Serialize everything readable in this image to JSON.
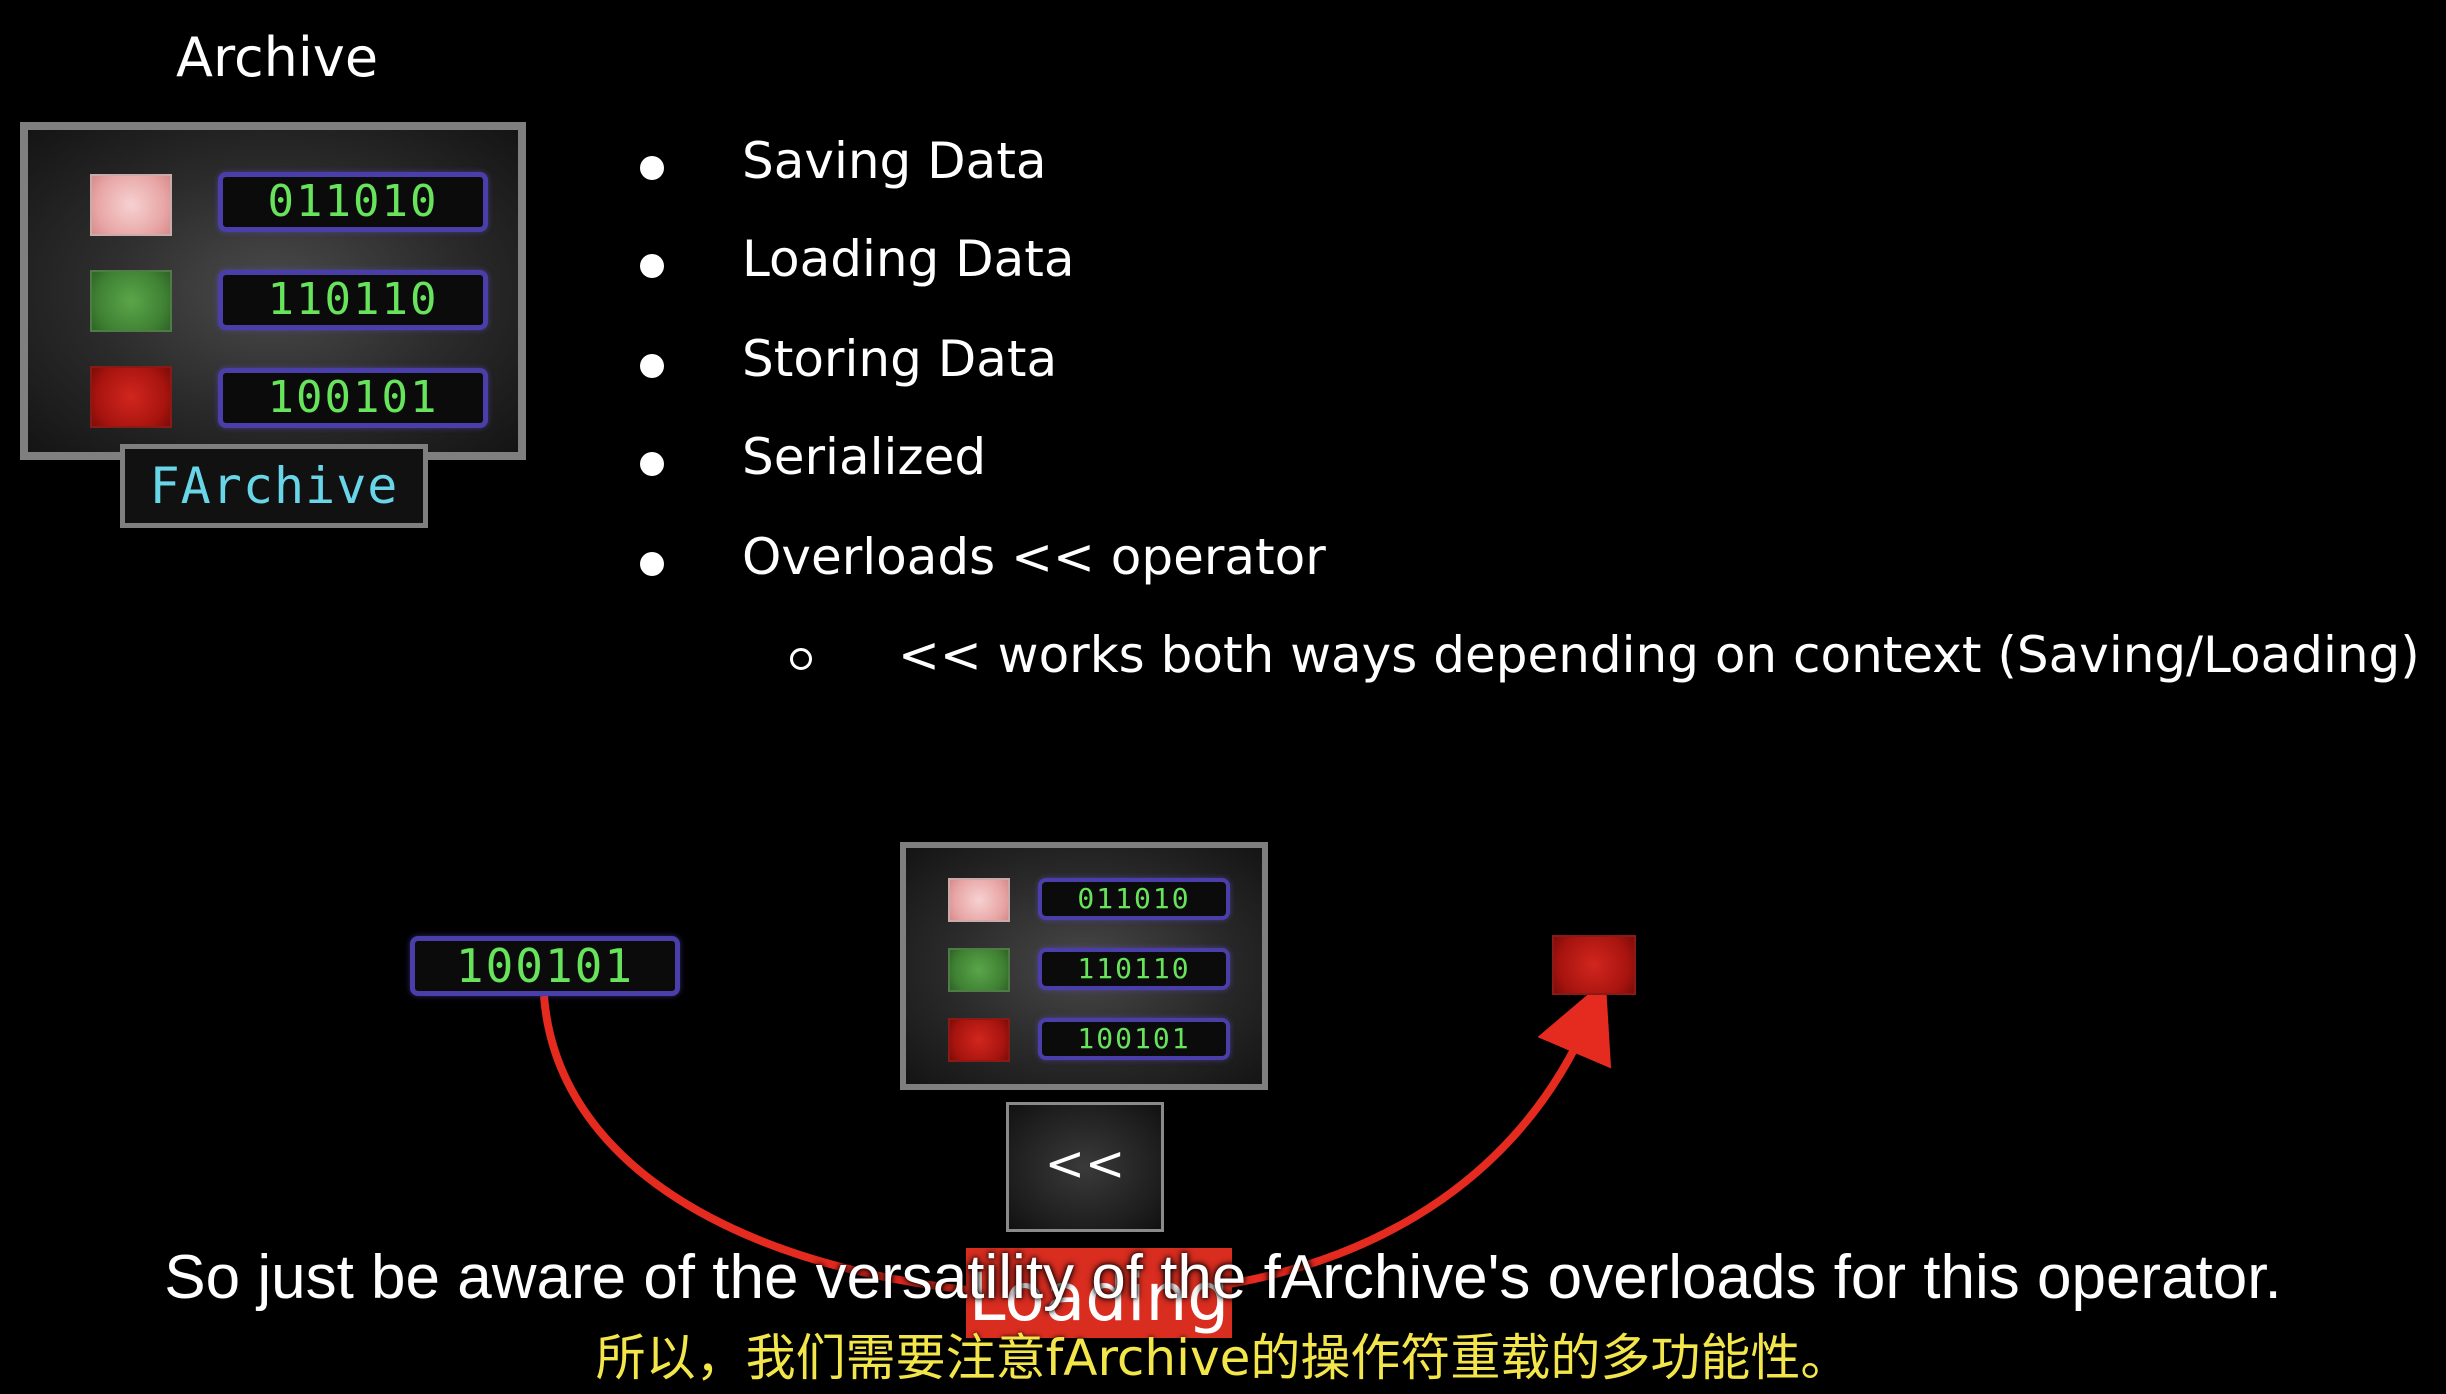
{
  "archive": {
    "title": "Archive",
    "rows": [
      {
        "color": "#e8a5a5",
        "bits": "011010"
      },
      {
        "color": "#3f8133",
        "bits": "110110"
      },
      {
        "color": "#a8140f",
        "bits": "100101"
      }
    ],
    "label": "FArchive"
  },
  "bullets": [
    "Saving Data",
    "Loading Data",
    "Storing Data",
    "Serialized",
    "Overloads << operator"
  ],
  "sub_bullet": "<< works both ways depending on context (Saving/Loading)",
  "diagram": {
    "input_bits": "100101",
    "small_rows": [
      "011010",
      "110110",
      "100101"
    ],
    "operator": "<<",
    "banner": "Loading",
    "arrow_color": "#e52a1f"
  },
  "subtitles": {
    "english": "So just be aware of the versatility of the fArchive's overloads for this operator.",
    "chinese": "所以，我们需要注意fArchive的操作符重载的多功能性。"
  }
}
